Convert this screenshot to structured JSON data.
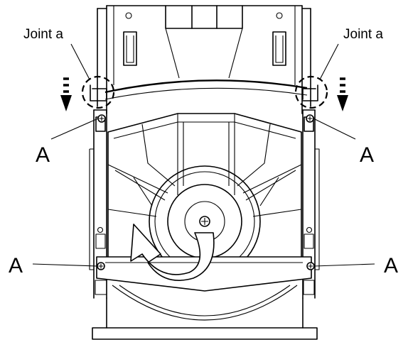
{
  "labels": {
    "joint_left": "Joint a",
    "joint_right": "Joint a",
    "screw_upper_left": "A",
    "screw_upper_right": "A",
    "screw_lower_left": "A",
    "screw_lower_right": "A"
  },
  "icons": {
    "joint_arrows": "dashed-down-arrow-icon",
    "removal_arrow": "curved-arrow-icon",
    "screws": "screw-icon"
  }
}
